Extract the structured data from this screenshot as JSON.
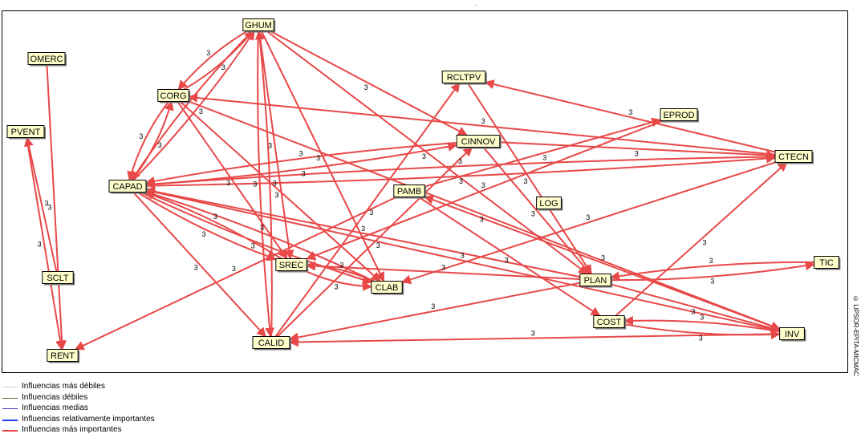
{
  "header": {
    "dot": "."
  },
  "nodes": [
    {
      "id": "GHUM",
      "label": "GHUM"
    },
    {
      "id": "OMERC",
      "label": "OMERC"
    },
    {
      "id": "CORG",
      "label": "CORG"
    },
    {
      "id": "RCLTPV",
      "label": "RCLTPV"
    },
    {
      "id": "EPROD",
      "label": "EPROD"
    },
    {
      "id": "PVENT",
      "label": "PVENT"
    },
    {
      "id": "CINNOV",
      "label": "CINNOV"
    },
    {
      "id": "CTECN",
      "label": "CTECN"
    },
    {
      "id": "CAPAD",
      "label": "CAPAD"
    },
    {
      "id": "PAMB",
      "label": "PAMB"
    },
    {
      "id": "LOG",
      "label": "LOG"
    },
    {
      "id": "TIC",
      "label": "TIC"
    },
    {
      "id": "SREC",
      "label": "SREC"
    },
    {
      "id": "SCLT",
      "label": "SCLT"
    },
    {
      "id": "PLAN",
      "label": "PLAN"
    },
    {
      "id": "CLAB",
      "label": "CLAB"
    },
    {
      "id": "COST",
      "label": "COST"
    },
    {
      "id": "INV",
      "label": "INV"
    },
    {
      "id": "RENT",
      "label": "RENT"
    },
    {
      "id": "CALID",
      "label": "CALID"
    }
  ],
  "edges": [
    {
      "from": "CORG",
      "to": "GHUM",
      "weight": "3"
    },
    {
      "from": "GHUM",
      "to": "CORG",
      "weight": "3"
    },
    {
      "from": "CAPAD",
      "to": "GHUM",
      "weight": "3"
    },
    {
      "from": "GHUM",
      "to": "CAPAD",
      "weight": "3"
    },
    {
      "from": "CAPAD",
      "to": "CORG",
      "weight": "3"
    },
    {
      "from": "CORG",
      "to": "CAPAD",
      "weight": "3"
    },
    {
      "from": "GHUM",
      "to": "CINNOV",
      "weight": "3"
    },
    {
      "from": "GHUM",
      "to": "SREC",
      "weight": "3"
    },
    {
      "from": "GHUM",
      "to": "CLAB",
      "weight": "3"
    },
    {
      "from": "GHUM",
      "to": "CALID",
      "weight": "3"
    },
    {
      "from": "CALID",
      "to": "GHUM",
      "weight": "3"
    },
    {
      "from": "GHUM",
      "to": "PLAN",
      "weight": "3"
    },
    {
      "from": "CORG",
      "to": "SREC",
      "weight": "3"
    },
    {
      "from": "CORG",
      "to": "CLAB",
      "weight": "3"
    },
    {
      "from": "CORG",
      "to": "INV",
      "weight": "3"
    },
    {
      "from": "CTECN",
      "to": "CORG",
      "weight": "3"
    },
    {
      "from": "CAPAD",
      "to": "CINNOV",
      "weight": "3"
    },
    {
      "from": "CINNOV",
      "to": "CAPAD",
      "weight": "3"
    },
    {
      "from": "CTECN",
      "to": "CAPAD",
      "weight": "3"
    },
    {
      "from": "CAPAD",
      "to": "CTECN",
      "weight": "3"
    },
    {
      "from": "CAPAD",
      "to": "SREC",
      "weight": "3"
    },
    {
      "from": "SREC",
      "to": "CAPAD",
      "weight": "3"
    },
    {
      "from": "CAPAD",
      "to": "CLAB",
      "weight": "3"
    },
    {
      "from": "CLAB",
      "to": "CAPAD",
      "weight": "3"
    },
    {
      "from": "CAPAD",
      "to": "CALID",
      "weight": "3"
    },
    {
      "from": "PLAN",
      "to": "CAPAD",
      "weight": "3"
    },
    {
      "from": "INV",
      "to": "CAPAD",
      "weight": "3"
    },
    {
      "from": "OMERC",
      "to": "RENT",
      "weight": "3"
    },
    {
      "from": "SCLT",
      "to": "PVENT",
      "weight": "3"
    },
    {
      "from": "PVENT",
      "to": "RENT",
      "weight": "3"
    },
    {
      "from": "CALID",
      "to": "RCLTPV",
      "weight": "3"
    },
    {
      "from": "RCLTPV",
      "to": "PLAN",
      "weight": "3"
    },
    {
      "from": "CTECN",
      "to": "RCLTPV",
      "weight": "3"
    },
    {
      "from": "EPROD",
      "to": "SREC",
      "weight": "3"
    },
    {
      "from": "PAMB",
      "to": "EPROD",
      "weight": "3"
    },
    {
      "from": "CINNOV",
      "to": "CTECN",
      "weight": "3"
    },
    {
      "from": "CINNOV",
      "to": "PLAN",
      "weight": "3"
    },
    {
      "from": "CALID",
      "to": "CINNOV",
      "weight": "3"
    },
    {
      "from": "PAMB",
      "to": "RENT",
      "weight": "3"
    },
    {
      "from": "PAMB",
      "to": "COST",
      "weight": "3"
    },
    {
      "from": "INV",
      "to": "PAMB",
      "weight": "3"
    },
    {
      "from": "CTECN",
      "to": "CLAB",
      "weight": "3"
    },
    {
      "from": "COST",
      "to": "CTECN",
      "weight": "3"
    },
    {
      "from": "PLAN",
      "to": "TIC",
      "weight": "3"
    },
    {
      "from": "TIC",
      "to": "PLAN",
      "weight": "3"
    },
    {
      "from": "PLAN",
      "to": "SREC",
      "weight": "3"
    },
    {
      "from": "PLAN",
      "to": "CALID",
      "weight": "3"
    },
    {
      "from": "PLAN",
      "to": "INV",
      "weight": "3"
    },
    {
      "from": "INV",
      "to": "CALID",
      "weight": "3"
    },
    {
      "from": "COST",
      "to": "INV",
      "weight": "3"
    },
    {
      "from": "INV",
      "to": "COST",
      "weight": "3"
    },
    {
      "from": "SREC",
      "to": "CLAB",
      "weight": "3"
    },
    {
      "from": "CLAB",
      "to": "SREC",
      "weight": "3"
    }
  ],
  "legend": [
    {
      "label": "Influencias más débiles",
      "color": "#aaaaaa",
      "style": "dotted",
      "width": 1
    },
    {
      "label": "Influencias débiles",
      "color": "#556b2f",
      "style": "solid",
      "width": 1
    },
    {
      "label": "Influencias medias",
      "color": "#4040c0",
      "style": "solid",
      "width": 1
    },
    {
      "label": "Influencias relativamente importantes",
      "color": "#2040ff",
      "style": "solid",
      "width": 2
    },
    {
      "label": "Influencias más importantes",
      "color": "#e84848",
      "style": "solid",
      "width": 2
    }
  ],
  "watermark": "© LIPSOR-EPITA-MICMAC",
  "colors": {
    "edge": "#e84848",
    "node_fill": "#ffffcc",
    "node_border": "#000000"
  }
}
